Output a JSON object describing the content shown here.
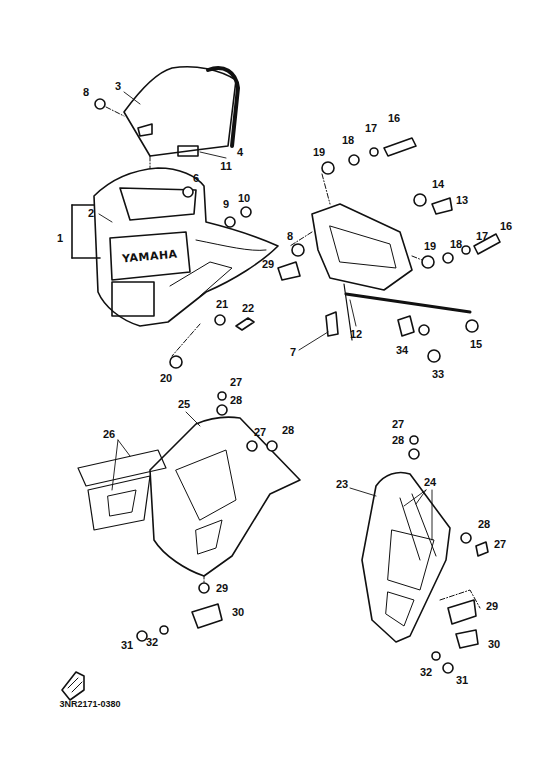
{
  "diagram": {
    "labels": [
      "8",
      "3",
      "4",
      "11",
      "2",
      "1",
      "6",
      "9",
      "10",
      "8",
      "19",
      "18",
      "17",
      "16",
      "14",
      "13",
      "16",
      "17",
      "18",
      "19",
      "29",
      "21",
      "22",
      "12",
      "7",
      "34",
      "33",
      "15",
      "20",
      "YAMAHA",
      "27",
      "28",
      "25",
      "26",
      "27",
      "28",
      "27",
      "28",
      "23",
      "24",
      "28",
      "27",
      "29",
      "30",
      "31",
      "32",
      "29",
      "30",
      "32",
      "31",
      "3NR2171-0380"
    ]
  }
}
